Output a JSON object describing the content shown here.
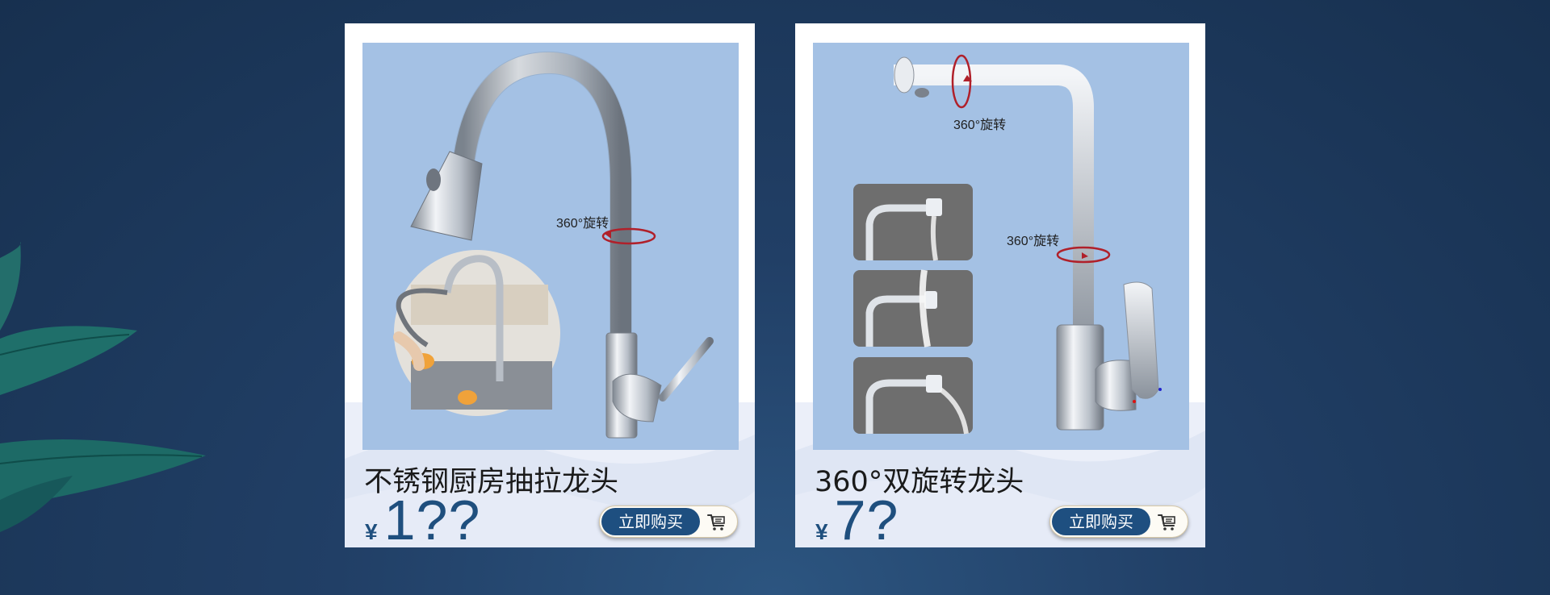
{
  "products": [
    {
      "title": "不锈钢厨房抽拉龙头",
      "currency": "¥",
      "price": "1??",
      "rotation_labels": [
        "360°旋转"
      ],
      "buy_label": "立即购买"
    },
    {
      "title": "360°双旋转龙头",
      "currency": "¥",
      "price": "7?",
      "rotation_labels": [
        "360°旋转",
        "360°旋转"
      ],
      "buy_label": "立即购买"
    }
  ],
  "icons": [
    "cart-icon",
    "rotate-arrow-icon"
  ],
  "colors": {
    "background": "#213f66",
    "photo_bg": "#a4c1e4",
    "accent": "#1e4f80",
    "rotate_arrow": "#b0202a"
  }
}
